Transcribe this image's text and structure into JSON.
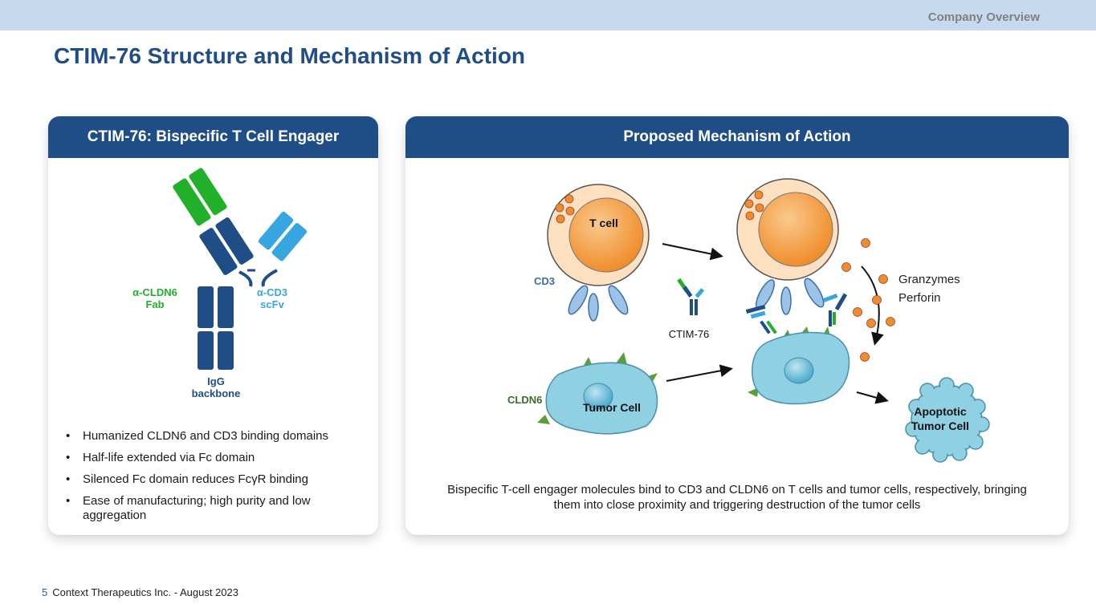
{
  "header": {
    "section_label": "Company Overview",
    "title": "CTIM-76 Structure and Mechanism of Action"
  },
  "left_card": {
    "title": "CTIM-76: Bispecific T Cell Engager",
    "diagram": {
      "fab_label_line1": "α-CLDN6",
      "fab_label_line2": "Fab",
      "scfv_label_line1": "α-CD3",
      "scfv_label_line2": "scFv",
      "backbone_label_line1": "IgG",
      "backbone_label_line2": "backbone"
    },
    "bullets": [
      "Humanized CLDN6 and CD3 binding domains",
      "Half-life extended via Fc domain",
      "Silenced Fc domain reduces FcγR binding",
      "Ease of manufacturing; high purity and low aggregation"
    ]
  },
  "right_card": {
    "title": "Proposed Mechanism of Action",
    "diagram": {
      "t_cell_label": "T cell",
      "cd3_label": "CD3",
      "ctim_label": "CTIM-76",
      "cldn6_label": "CLDN6",
      "tumor_cell_label": "Tumor Cell",
      "granzymes_label": "Granzymes",
      "perforin_label": "Perforin",
      "apoptotic_label_line1": "Apoptotic",
      "apoptotic_label_line2": "Tumor Cell"
    },
    "caption": "Bispecific T-cell engager molecules bind to CD3 and CLDN6 on T cells and tumor cells, respectively, bringing them into close proximity and triggering destruction of the tumor cells"
  },
  "footer": {
    "page_number": "5",
    "text": "Context Therapeutics Inc. - August 2023"
  },
  "colors": {
    "header_blue": "#1f4e86",
    "top_band": "#c7d9ee",
    "fab_green": "#22b02a",
    "scfv_blue": "#37a6e0",
    "antibody_navy": "#1f4e86",
    "cell_orange": "#f29a3a",
    "tumor_teal": "#7cc7dc"
  }
}
